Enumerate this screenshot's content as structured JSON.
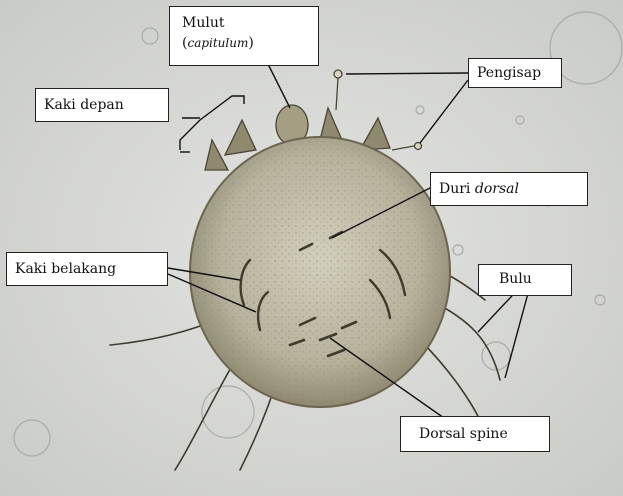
{
  "labels": {
    "mulut": {
      "line1": "Mulut",
      "paren_open": "(",
      "capitulum": "capitulum",
      "paren_close": ")"
    },
    "pengisap": "Pengisap",
    "kaki_depan": "Kaki depan",
    "duri_dorsal": {
      "plain": "Duri ",
      "italic": "dorsal"
    },
    "kaki_belakang": "Kaki belakang",
    "bulu": "Bulu",
    "dorsal_spine": "Dorsal spine"
  },
  "colors": {
    "background": "#d7d9d6",
    "body": "#b9b49d",
    "body_edge": "#6c6650",
    "leader_line": "#111111"
  }
}
